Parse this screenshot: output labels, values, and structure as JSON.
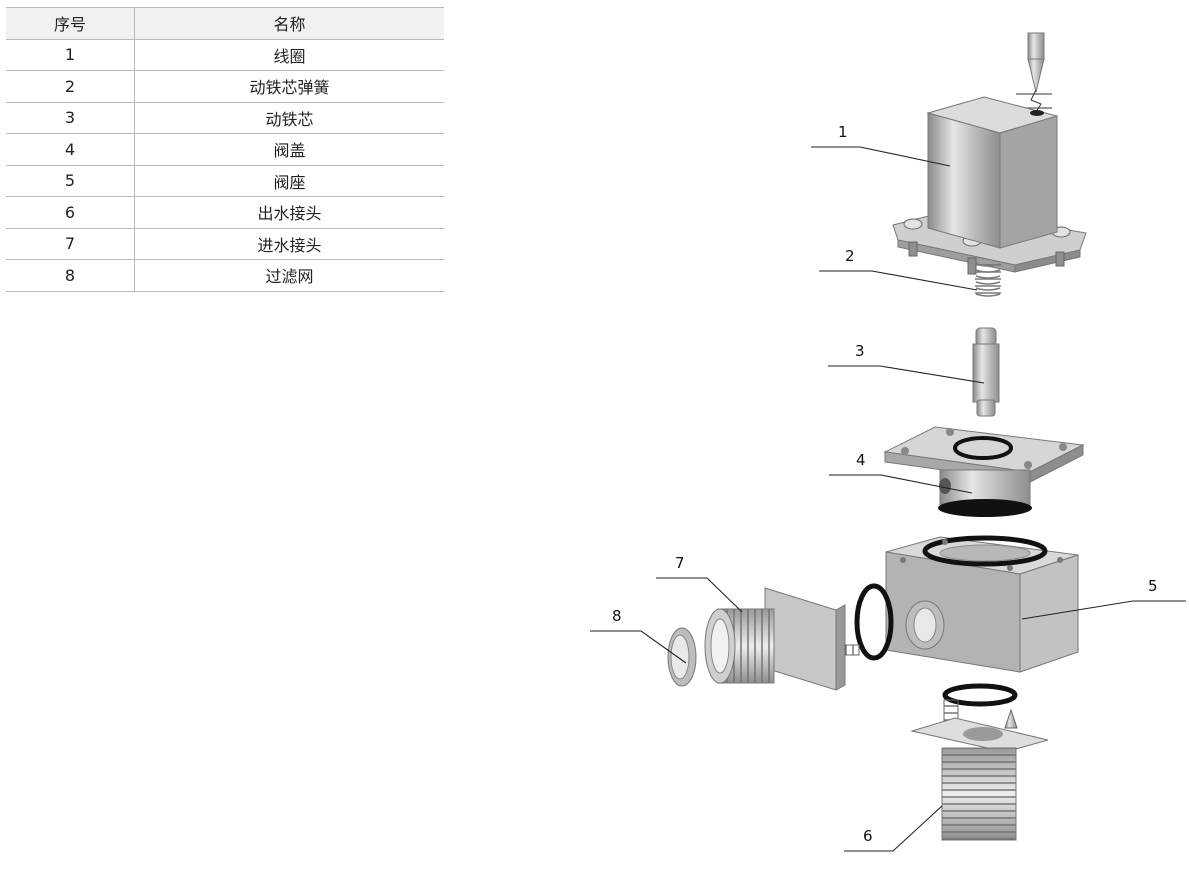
{
  "table": {
    "header": {
      "col_no": "序号",
      "col_name": "名称"
    },
    "rows": [
      {
        "no": "1",
        "name": "线圈"
      },
      {
        "no": "2",
        "name": "动铁芯弹簧"
      },
      {
        "no": "3",
        "name": "动铁芯"
      },
      {
        "no": "4",
        "name": "阀盖"
      },
      {
        "no": "5",
        "name": "阀座"
      },
      {
        "no": "6",
        "name": "出水接头"
      },
      {
        "no": "7",
        "name": "进水接头"
      },
      {
        "no": "8",
        "name": "过滤网"
      }
    ]
  },
  "callouts": {
    "c1": "1",
    "c2": "2",
    "c3": "3",
    "c4": "4",
    "c5": "5",
    "c6": "6",
    "c7": "7",
    "c8": "8"
  },
  "colors": {
    "metal_light": "#d8d8d8",
    "metal_mid": "#a9a9a9",
    "metal_dark": "#7c7c7c",
    "seal_black": "#111111",
    "table_header_bg": "#f1f1f1",
    "table_line": "#b9b9b9"
  }
}
